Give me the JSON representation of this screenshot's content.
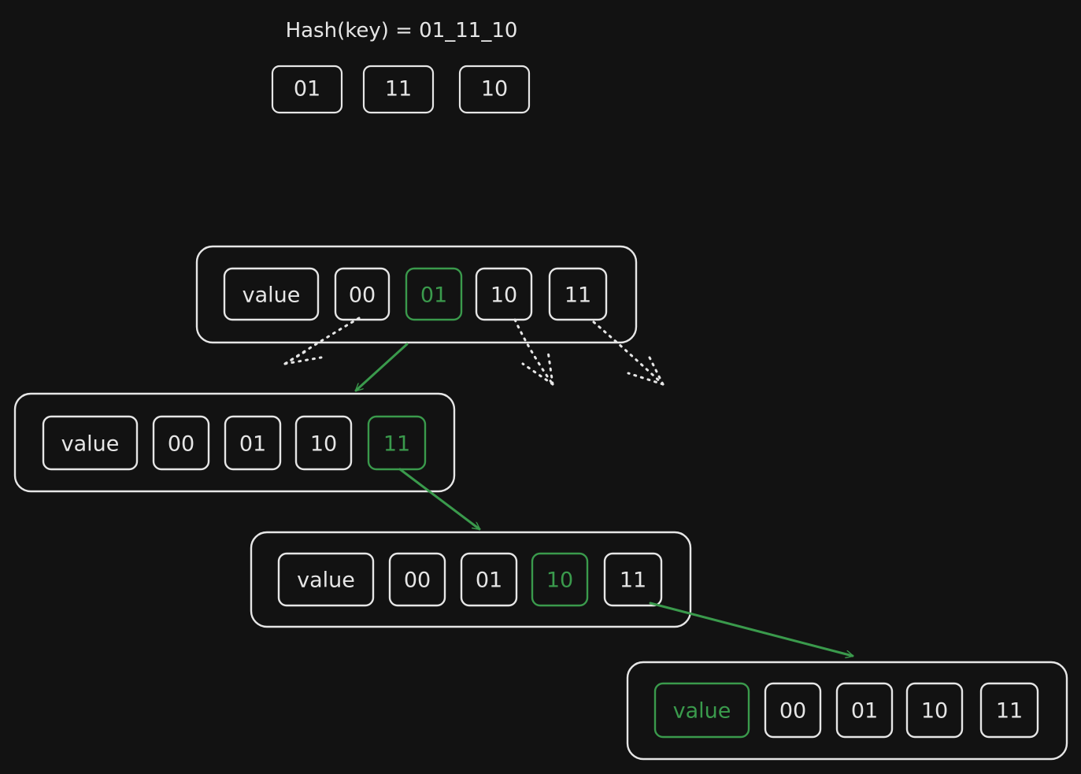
{
  "hash_label": "Hash(key) = 01_11_10",
  "hash_parts": [
    "01",
    "11",
    "10"
  ],
  "colors": {
    "background": "#121212",
    "stroke": "#e6e6e6",
    "highlight": "#3a9a4c"
  },
  "nodes": [
    {
      "cells": [
        "value",
        "00",
        "01",
        "10",
        "11"
      ],
      "highlight": "01"
    },
    {
      "cells": [
        "value",
        "00",
        "01",
        "10",
        "11"
      ],
      "highlight": "11"
    },
    {
      "cells": [
        "value",
        "00",
        "01",
        "10",
        "11"
      ],
      "highlight": "10"
    },
    {
      "cells": [
        "value",
        "00",
        "01",
        "10",
        "11"
      ],
      "highlight": "value"
    }
  ]
}
